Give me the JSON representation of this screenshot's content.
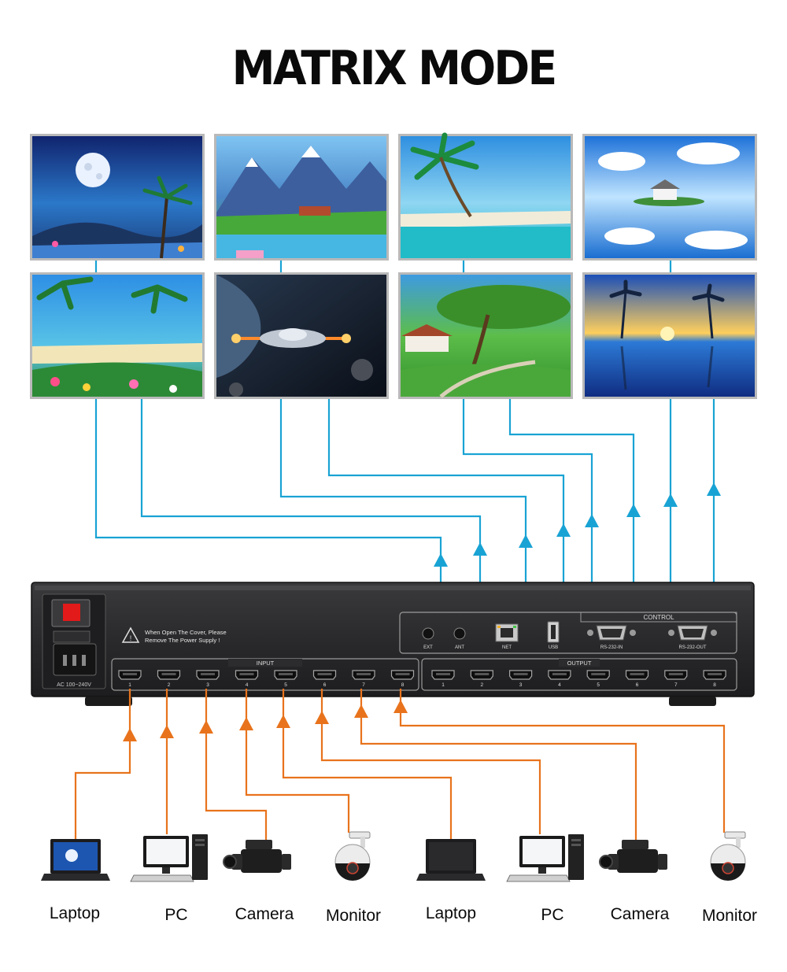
{
  "title": "MATRIX MODE",
  "colors": {
    "output_line": "#19a3d4",
    "input_line": "#e8731c",
    "device_body": "#2b2b2d",
    "background": "#ffffff"
  },
  "screens": [
    {
      "scene": "moonlit-palm-beach-night"
    },
    {
      "scene": "mountain-lake-valley"
    },
    {
      "scene": "palm-tree-tropical-sea"
    },
    {
      "scene": "island-house-sky-reflection"
    },
    {
      "scene": "tropical-beach-flowers"
    },
    {
      "scene": "spaceship-in-space"
    },
    {
      "scene": "green-tree-meadow-house"
    },
    {
      "scene": "palm-sunset-lake-reflection"
    }
  ],
  "device": {
    "warning_line1": "When Open The Cover, Please",
    "warning_line2": "Remove The Power Supply !",
    "power_label": "AC 100~240V",
    "input_label": "INPUT",
    "output_label": "OUTPUT",
    "control_label": "CONTROL",
    "ports": {
      "ext": "EXT",
      "ant": "ANT",
      "net": "NET",
      "usb": "USB",
      "rs232_in": "RS-232-IN",
      "rs232_out": "RS-232-OUT"
    },
    "input_numbers": [
      "1",
      "2",
      "3",
      "4",
      "5",
      "6",
      "7",
      "8"
    ],
    "output_numbers": [
      "1",
      "2",
      "3",
      "4",
      "5",
      "6",
      "7",
      "8"
    ]
  },
  "sources": [
    {
      "label": "Laptop",
      "icon": "laptop-icon"
    },
    {
      "label": "PC",
      "icon": "pc-icon"
    },
    {
      "label": "Camera",
      "icon": "camera-icon"
    },
    {
      "label": "Monitor",
      "icon": "dome-camera-icon"
    },
    {
      "label": "Laptop",
      "icon": "laptop-icon"
    },
    {
      "label": "PC",
      "icon": "pc-icon"
    },
    {
      "label": "Camera",
      "icon": "camera-icon"
    },
    {
      "label": "Monitor",
      "icon": "dome-camera-icon"
    }
  ]
}
